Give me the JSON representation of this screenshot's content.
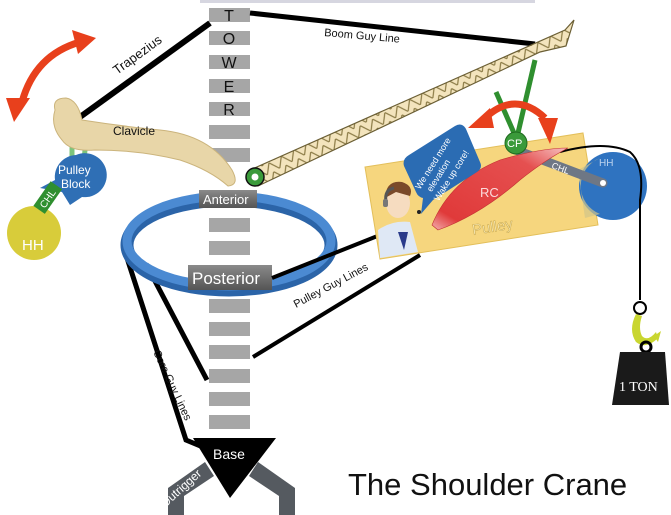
{
  "title": "The Shoulder Crane",
  "tower": {
    "letters": [
      "T",
      "O",
      "W",
      "E",
      "R"
    ]
  },
  "labels": {
    "trapezius": "Trapezius",
    "clavicle": "Clavicle",
    "pulley_block_line1": "Pulley",
    "pulley_block_line2": "Block",
    "chl_left": "CHL",
    "hh_left": "HH",
    "boom_guy_line": "Boom Guy Line",
    "anterior": "Anterior",
    "posterior": "Posterior",
    "pulley_guy_lines": "Pulley Guy Lines",
    "core_guy_lines": "Core Guy Lines",
    "base": "Base",
    "outrigger": "Outrigger",
    "cp": "CP",
    "rc": "RC",
    "pulley": "Pulley",
    "chl_right": "CHL",
    "hh_right": "HH",
    "weight": "1 TON"
  },
  "speech_bubble": {
    "line1": "We need more",
    "line2": "elevation",
    "line3": "Wake up core!"
  },
  "colors": {
    "tower_segment": "#a6a6a6",
    "ring_blue": "#3b7cc4",
    "bone": "#e8d6a8",
    "arrow_red": "#e8401c",
    "green": "#2f8f2f",
    "pulley_panel": "#f6d67e",
    "muscle_red": "#e24a4a",
    "hh_blue": "#2f73c0",
    "hh_yellow": "#d8cc3a",
    "hook_yellow": "#c9d630",
    "label_box": "#6b6b6b"
  }
}
